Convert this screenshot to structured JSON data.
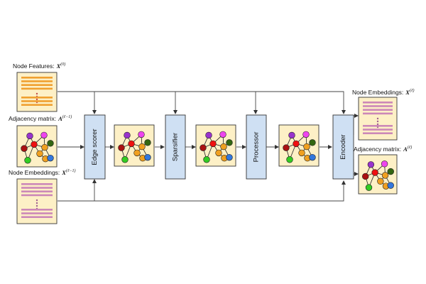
{
  "inputs": {
    "node_features": {
      "label": "Node Features:",
      "symbol": "X",
      "superscript": "(0)"
    },
    "adjacency": {
      "label": "Adjacency matrix:",
      "symbol": "A",
      "superscript": "(ℓ−1)"
    },
    "node_embeddings": {
      "label": "Node Embeddings:",
      "symbol": "X",
      "superscript": "(ℓ−1)"
    }
  },
  "stages": [
    {
      "id": "edge-scorer",
      "label": "Edge scorer"
    },
    {
      "id": "sparsifier",
      "label": "Sparsifier"
    },
    {
      "id": "processor",
      "label": "Processor"
    },
    {
      "id": "encoder",
      "label": "Encoder"
    }
  ],
  "outputs": {
    "node_embeddings": {
      "label": "Node Embeddings:",
      "symbol": "X",
      "superscript": "(ℓ)"
    },
    "adjacency": {
      "label": "Adjacency matrix:",
      "symbol": "A",
      "superscript": "(ℓ)"
    }
  },
  "colors": {
    "panel_fill": "#fdf0c6",
    "stage_fill": "#cfe0f3",
    "feature_bar": "#f0a030",
    "embedding_bar": "#cc88b8",
    "feature_dot": "#c0504d",
    "embedding_dot": "#a06090",
    "node_purple": "#9933cc",
    "node_magenta": "#ee44ee",
    "node_red": "#ee1111",
    "node_darkred": "#aa1111",
    "node_orange": "#f0a020",
    "node_darkgreen": "#336611",
    "node_green": "#33cc22",
    "node_blue": "#3377dd"
  }
}
